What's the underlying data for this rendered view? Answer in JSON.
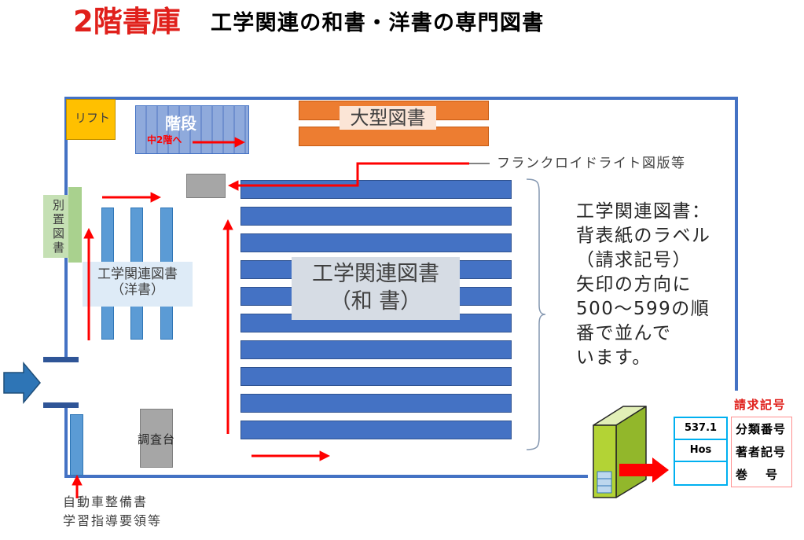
{
  "header": {
    "title": "2階書庫",
    "subtitle": "工学関連の和書・洋書の専門図書"
  },
  "map": {
    "lift": "リフト",
    "stairs": {
      "label": "階段",
      "sub_label": "中2階へ"
    },
    "large_books": "大型図書",
    "frank_lloyd_wright": "フランクロイドライト図版等",
    "japanese_books": {
      "line1": "工学関連図書",
      "line2": "（和 書）"
    },
    "western_books": {
      "line1": "工学関連図書",
      "line2": "（洋書）"
    },
    "separate_books": "別置図書",
    "research_table": "調査台",
    "corner_shelf": {
      "line1": "自動車整備書",
      "line2": "学習指導要領等"
    }
  },
  "explanation": {
    "lines": [
      "工学関連図書：",
      "背表紙のラベル",
      "（請求記号）",
      "矢印の方向に",
      "500～599の順",
      "番で並んで",
      "います。"
    ]
  },
  "call_number": {
    "heading": "請求記号",
    "label_rows": [
      "537.1",
      "Hos",
      ""
    ],
    "legend_rows": [
      "分類番号",
      "著者記号",
      "巻　号"
    ]
  },
  "colors": {
    "title_red": "#e0201b",
    "wall": "#4472c4",
    "route_arrow": "#ff0000",
    "entrance_arrow": "#2e75b6",
    "shelf_japanese": "#4472c4",
    "shelf_western": "#5b9bd5",
    "large_books": "#ed7d31",
    "lift": "#ffc000",
    "separate_books": "#c5e0b4",
    "call_label_border": "#00b0f0",
    "book": "#b3d335"
  }
}
